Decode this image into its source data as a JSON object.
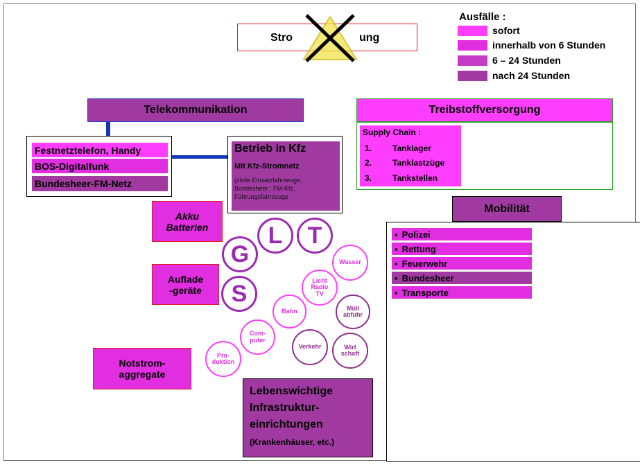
{
  "title": {
    "left": "Stro",
    "right": "ung"
  },
  "legend": {
    "heading": "Ausfälle :",
    "items": [
      {
        "label": "sofort",
        "color": "#ff3dff"
      },
      {
        "label": "innerhalb von 6 Stunden",
        "color": "#e02ee0"
      },
      {
        "label": "6 – 24 Stunden",
        "color": "#c43bc4"
      },
      {
        "label": "nach 24 Stunden",
        "color": "#a03aa0"
      }
    ]
  },
  "telekom": {
    "title": "Telekommunikation",
    "items": [
      "Festnetztelefon, Handy",
      "BOS-Digitalfunk",
      "Bundesheer-FM-Netz"
    ],
    "kfz_title": "Betrieb in Kfz",
    "kfz_sub": "Mit Kfz-Stromnetz",
    "kfz_note": "(zivile Einsatzfahrzeuge,\nBundesheer : FM-Kfz,\nFührungsfahrzeuge"
  },
  "treibstoff": {
    "title": "Treibstoffversorgung",
    "chain_head": "Supply Chain  :",
    "items": [
      {
        "num": "1.",
        "label": "Tanklager"
      },
      {
        "num": "2.",
        "label": "Tanklastzüge"
      },
      {
        "num": "3.",
        "label": "Tankstellen"
      }
    ]
  },
  "mobilitaet": {
    "title": "Mobilität",
    "items": [
      "Polizei",
      "Rettung",
      "Feuerwehr",
      "Bundesheer",
      "Transporte"
    ],
    "bullet": "▪"
  },
  "akku": "Akku\nBatterien",
  "auflade": "Auflade\n-geräte",
  "notstrom": "Notstrom-\naggregate",
  "glt": {
    "g": "G",
    "l": "L",
    "t": "T",
    "s": "S"
  },
  "circles": {
    "wasser": "Wasser",
    "licht": "Licht\nRadio\nTV",
    "muell": "Müll\nabfuhr",
    "bahn": "Bahn",
    "computer": "Com-\nputer",
    "verkehr": "Verkehr",
    "wirtschaft": "Wirt\nschaft",
    "produktion": "Pro-\nduktion"
  },
  "lebens": {
    "line1": "Lebenswichtige",
    "line2": "Infrastruktur-",
    "line3": "einrichtungen",
    "line4": "(Krankenhäuser, etc.)"
  }
}
